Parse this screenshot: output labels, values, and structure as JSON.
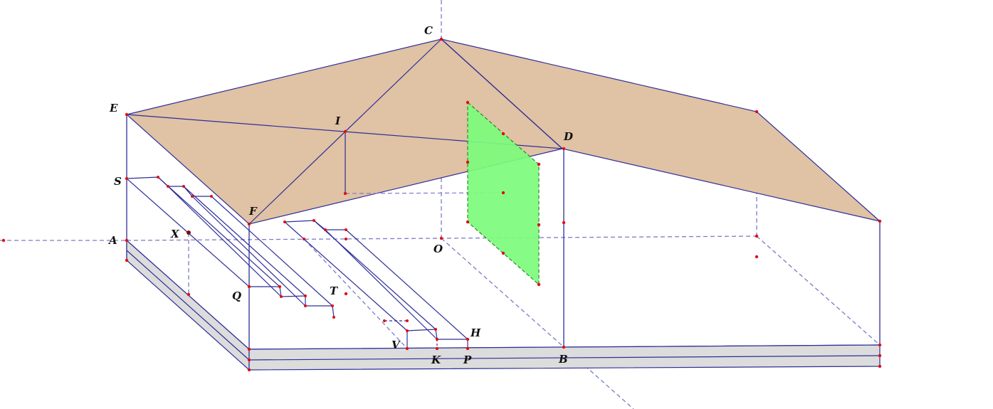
{
  "colors": {
    "edge": "#2e2e9a",
    "hidden": "#7c7cc8",
    "roof": "#e0c2a4",
    "panel": "#7cfc7c",
    "panel_edge": "#2e8a2e",
    "base": "#dcdcdc",
    "point": "#e01010"
  },
  "labels": {
    "C": "C",
    "E": "E",
    "I": "I",
    "D": "D",
    "S": "S",
    "F": "F",
    "A": "A",
    "X": "X",
    "O": "O",
    "Q": "Q",
    "T": "T",
    "H": "H",
    "V": "V",
    "K": "K",
    "P": "P",
    "B": "B"
  }
}
